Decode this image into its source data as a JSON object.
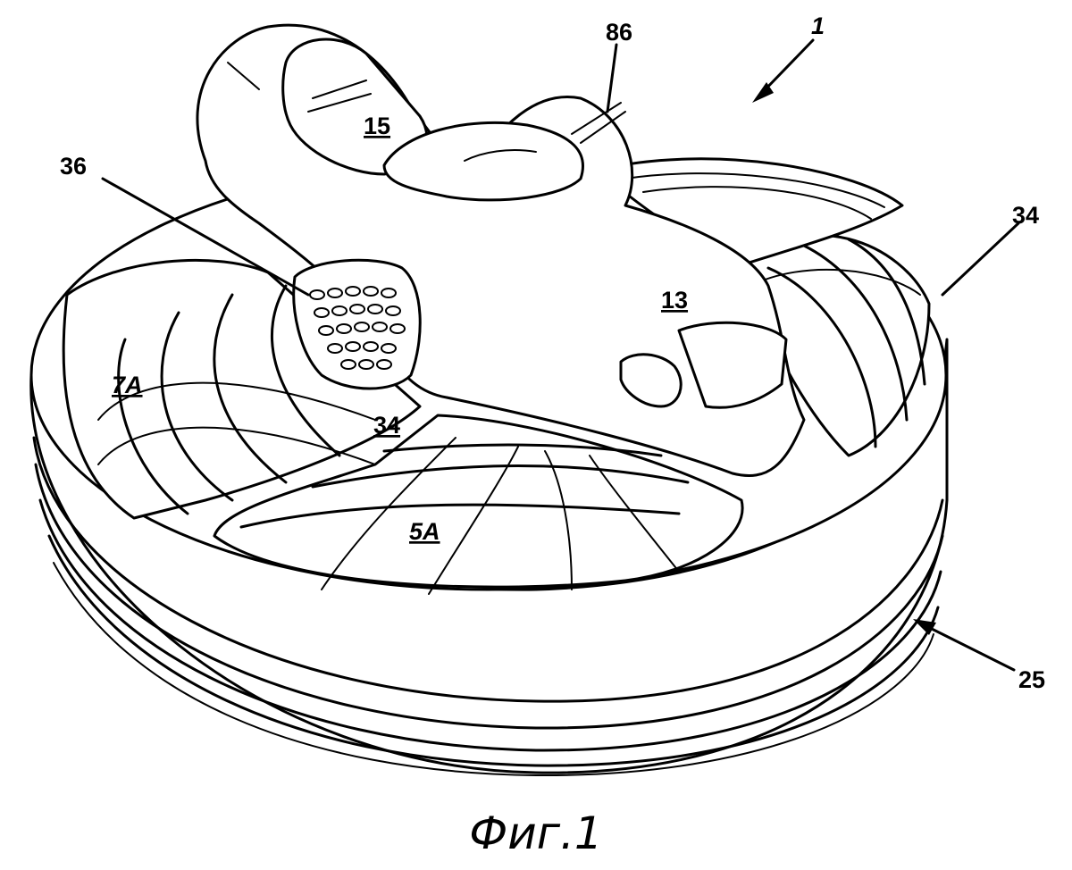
{
  "labels": {
    "device": "1",
    "connector": "86",
    "handle": "15",
    "grille": "36",
    "body": "13",
    "rim_right": "34",
    "rim_center": "34",
    "left_duct": "7A",
    "front_duct": "5A",
    "base": "25"
  },
  "caption": "Фиг.1"
}
